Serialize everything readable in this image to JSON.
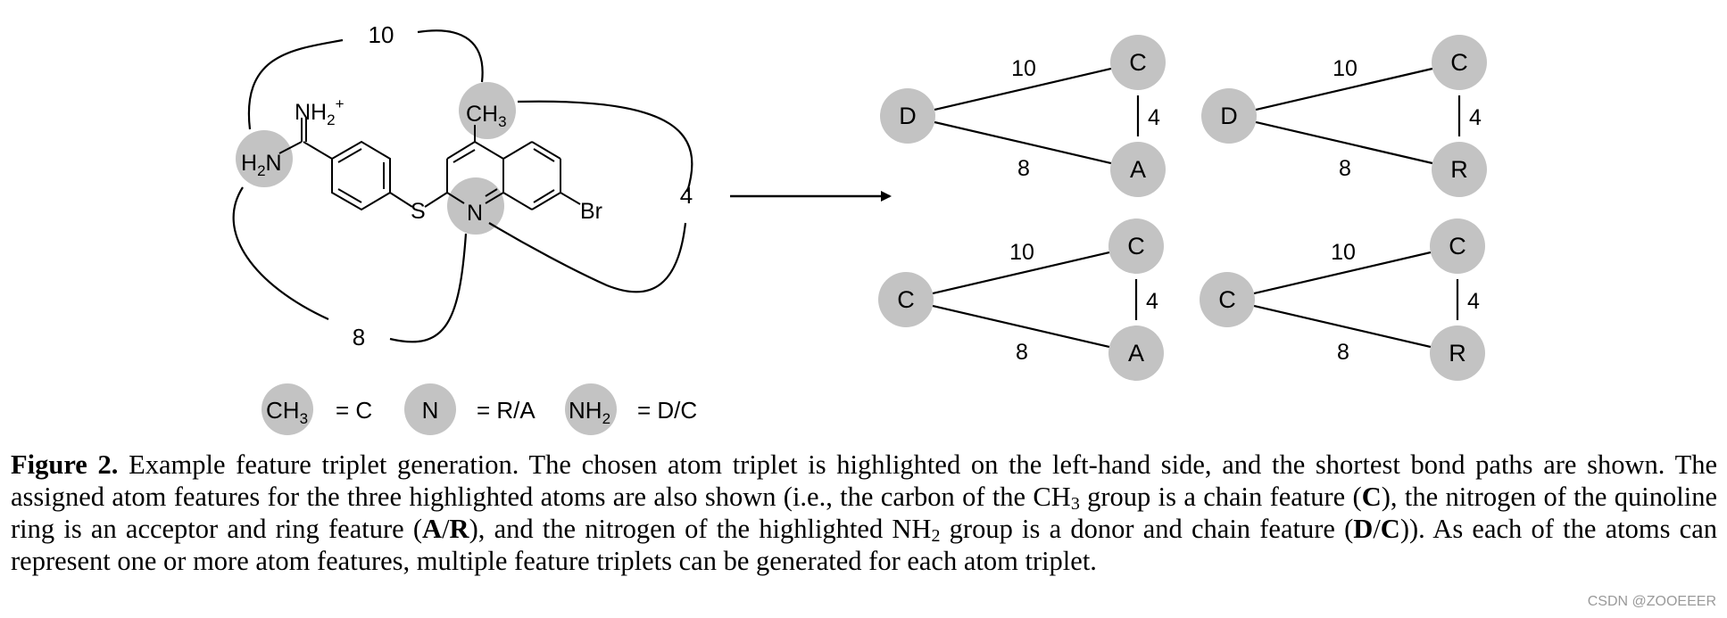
{
  "molecule": {
    "path_labels": {
      "top": "10",
      "right": "4",
      "bottom": "8"
    },
    "atoms": {
      "ch3_main": "CH",
      "ch3_sub": "3",
      "n_ring": "N",
      "h2n_h": "H",
      "h2n_sub": "2",
      "h2n_n": "N",
      "nh2_top_n": "NH",
      "nh2_top_sub": "2",
      "nh2_top_sup": "+",
      "s": "S",
      "br": "Br"
    }
  },
  "legend": {
    "ch3_main": "CH",
    "ch3_sub": "3",
    "ch3_eq": "= C",
    "n_label": "N",
    "n_eq": "= R/A",
    "nh2_main": "NH",
    "nh2_sub": "2",
    "nh2_eq": "= D/C"
  },
  "triplets": [
    {
      "left": "D",
      "top": "C",
      "bottom": "A",
      "edge_top": "10",
      "edge_bottom": "8",
      "edge_right": "4"
    },
    {
      "left": "D",
      "top": "C",
      "bottom": "R",
      "edge_top": "10",
      "edge_bottom": "8",
      "edge_right": "4"
    },
    {
      "left": "C",
      "top": "C",
      "bottom": "A",
      "edge_top": "10",
      "edge_bottom": "8",
      "edge_right": "4"
    },
    {
      "left": "C",
      "top": "C",
      "bottom": "R",
      "edge_top": "10",
      "edge_bottom": "8",
      "edge_right": "4"
    }
  ],
  "caption": {
    "figure_label": "Figure 2.",
    "seg1": " Example feature triplet generation. The chosen atom triplet is highlighted on the left-hand side, and the shortest bond paths are shown. The assigned atom features for the three highlighted atoms are also shown (i.e., the carbon of the CH",
    "sub1": "3",
    "seg2": " group is a chain feature (",
    "bold1": "C",
    "seg3": "), the nitrogen of the quinoline ring is an acceptor and ring feature (",
    "bold2": "A",
    "seg4": "/",
    "bold3": "R",
    "seg5": "), and the nitrogen of the highlighted NH",
    "sub2": "2",
    "seg6": " group is a donor and chain feature (",
    "bold4": "D",
    "seg7": "/",
    "bold5": "C",
    "seg8": ")). As each of the atoms can represent one or more atom features, multiple feature triplets can be generated for each atom triplet."
  },
  "watermark": "CSDN @ZOOEEER",
  "colors": {
    "highlight": "#c3c3c3",
    "line": "#000000"
  }
}
